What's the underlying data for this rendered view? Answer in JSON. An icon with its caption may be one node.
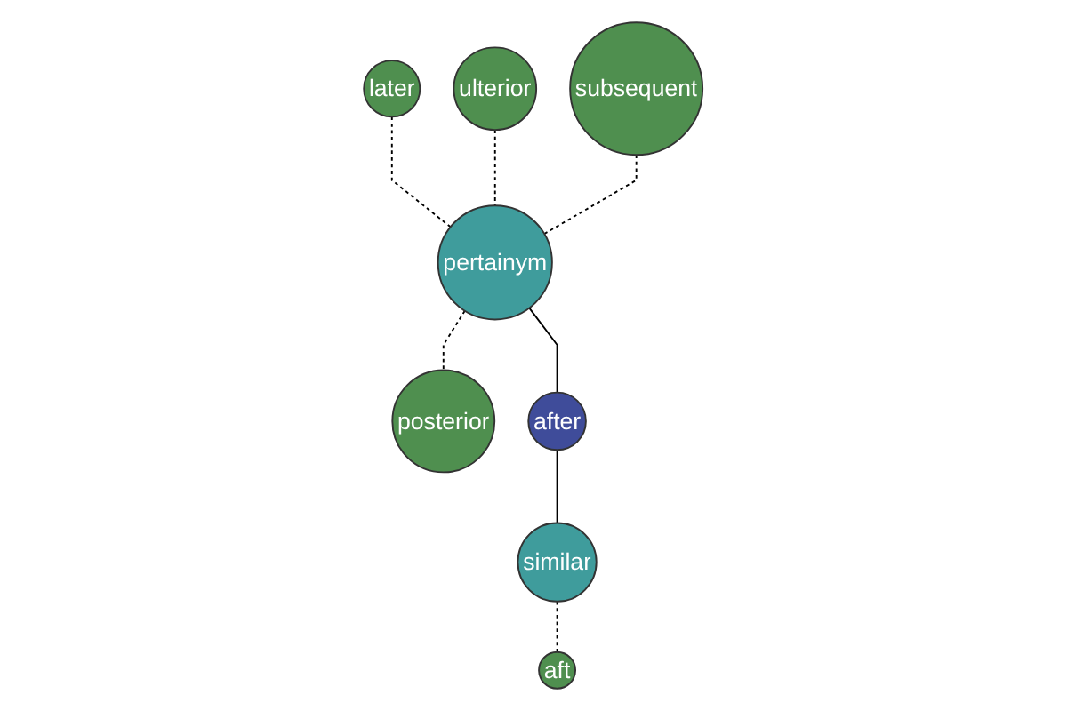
{
  "diagram": {
    "nodes": [
      {
        "text": [
          "later"
        ]
      },
      {
        "text": [
          "ulterior"
        ]
      },
      {
        "text": [
          "subsequent"
        ]
      },
      {
        "text": [
          "pertainym"
        ]
      },
      {
        "text": [
          "posterior"
        ]
      },
      {
        "text": [
          "after"
        ]
      },
      {
        "text": [
          "similar"
        ]
      },
      {
        "text": [
          "aft"
        ]
      }
    ],
    "edges": [
      {
        "from": 0,
        "to": 3,
        "arrow": "none",
        "style": "dashed"
      },
      {
        "from": 1,
        "to": 3,
        "arrow": "none",
        "style": "dashed"
      },
      {
        "from": 2,
        "to": 3,
        "arrow": "none",
        "style": "dashed"
      },
      {
        "from": 3,
        "to": 4,
        "arrow": "none",
        "style": "dashed"
      },
      {
        "from": 3,
        "to": 5,
        "arrow": "none"
      },
      {
        "from": 5,
        "to": 6,
        "arrow": "none"
      },
      {
        "from": 6,
        "to": 7,
        "arrow": "none",
        "style": "dashed"
      }
    ]
  }
}
